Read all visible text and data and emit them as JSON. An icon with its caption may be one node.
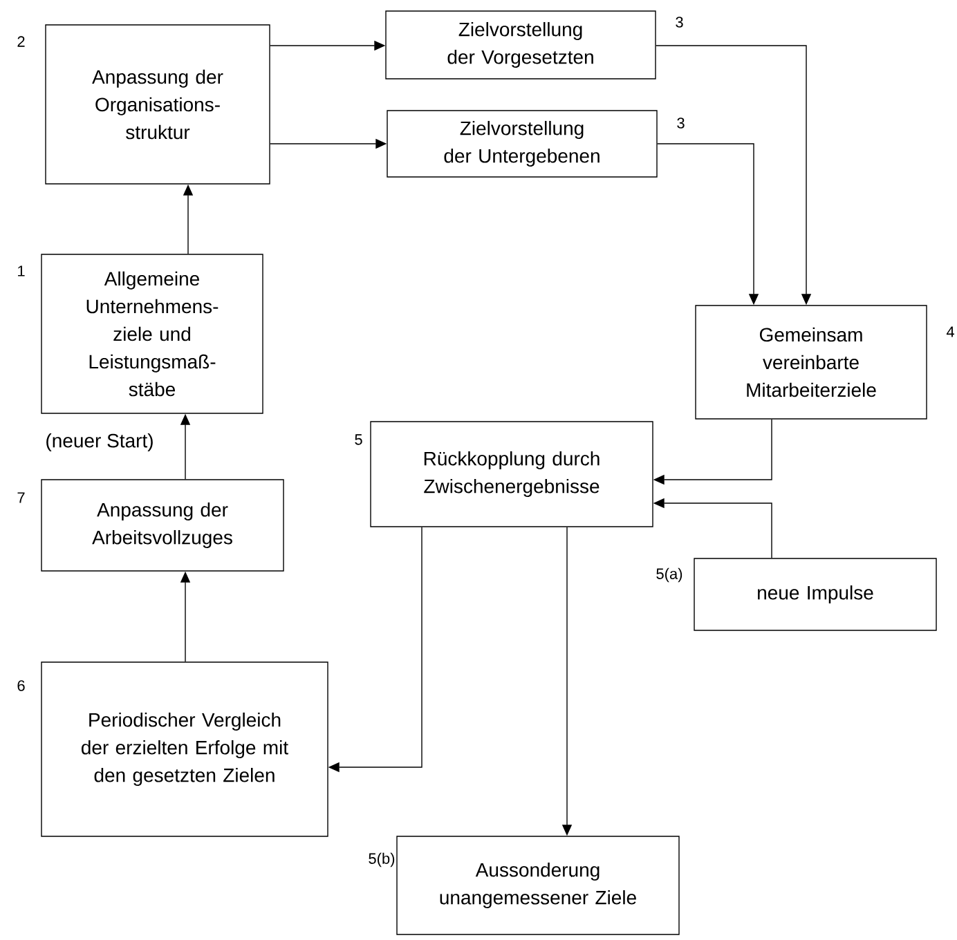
{
  "diagram": {
    "nodes": [
      {
        "text": [
          "Anpassung der Organisations- struktur"
        ],
        "beside": [
          "2"
        ]
      },
      {
        "text": [
          "Zielvorstellung der Vorgesetzten"
        ],
        "beside": [
          "3"
        ]
      },
      {
        "text": [
          "Zielvorstellung der Untergebenen"
        ],
        "beside": [
          "3"
        ]
      },
      {
        "text": [
          "Allgemeine Unternehmens- ziele und Leistungsmaß- stäbe"
        ],
        "beside": [
          "1"
        ]
      },
      {
        "text": [
          "Gemeinsam vereinbarte Mitarbeiterziele"
        ],
        "beside": [
          "4"
        ]
      },
      {
        "text": [
          "Rückkopplung durch Zwischenergebnisse"
        ],
        "beside": [
          "5"
        ]
      },
      {
        "text": [
          "Anpassung der Arbeitsvollzuges"
        ],
        "beside": [
          "7"
        ]
      },
      {
        "text": [
          "neue Impulse"
        ],
        "beside": [
          "5(a)"
        ]
      },
      {
        "text": [
          "Periodischer Vergleich der erzielten Erfolge mit den gesetzten Zielen"
        ],
        "beside": [
          "6"
        ]
      },
      {
        "text": [
          "Aussonderung unangemessener Ziele"
        ],
        "beside": [
          "5(b)"
        ]
      }
    ],
    "edges": [
      {
        "from": 0,
        "to": 1,
        "arrow": "to"
      },
      {
        "from": 0,
        "to": 2,
        "arrow": "to"
      },
      {
        "from": 3,
        "to": 0,
        "arrow": "to"
      },
      {
        "from": 1,
        "to": 4,
        "arrow": "to"
      },
      {
        "from": 2,
        "to": 4,
        "arrow": "to"
      },
      {
        "from": 4,
        "to": 5,
        "arrow": "to"
      },
      {
        "from": 7,
        "to": 5,
        "arrow": "to"
      },
      {
        "from": 5,
        "to": 8,
        "arrow": "to"
      },
      {
        "from": 5,
        "to": 9,
        "arrow": "to"
      },
      {
        "from": 6,
        "to": 3,
        "arrow": "to"
      },
      {
        "from": 8,
        "to": 6,
        "arrow": "to"
      }
    ],
    "labels": [
      "(neuer Start)"
    ]
  }
}
